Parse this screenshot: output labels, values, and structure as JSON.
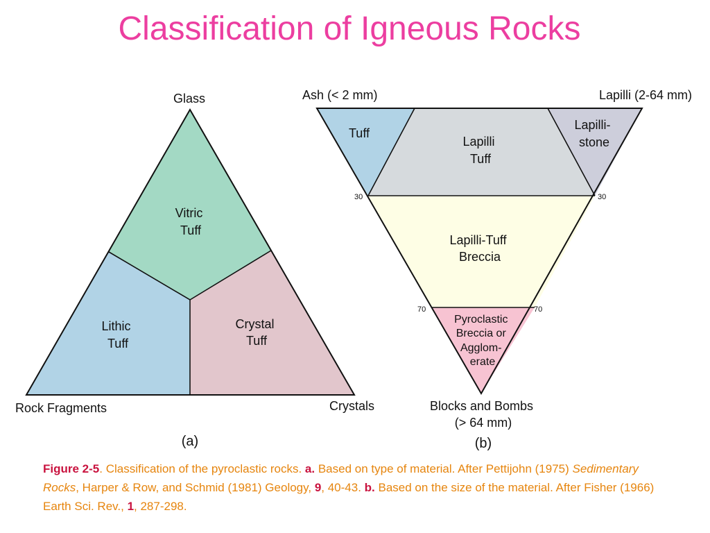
{
  "title": "Classification of Igneous Rocks",
  "diagram_a": {
    "apex_labels": {
      "top": "Glass",
      "left": "Rock Fragments",
      "right": "Crystals"
    },
    "regions": {
      "vitric": [
        "Vitric",
        "Tuff"
      ],
      "lithic": [
        "Lithic",
        "Tuff"
      ],
      "crystal": [
        "Crystal",
        "Tuff"
      ]
    },
    "figure_label": "(a)",
    "colors": {
      "vitric": "#a3d9c4",
      "lithic": "#b1d3e6",
      "crystal": "#e2c6cc"
    }
  },
  "diagram_b": {
    "corner_labels": {
      "left": "Ash (< 2 mm)",
      "right": "Lapilli (2-64 mm)",
      "bottom": [
        "Blocks and Bombs",
        "(> 64 mm)"
      ]
    },
    "regions": {
      "tuff": [
        "Tuff"
      ],
      "lapilli_tuff": [
        "Lapilli",
        "Tuff"
      ],
      "lapillistone": [
        "Lapilli-",
        "stone"
      ],
      "breccia": [
        "Lapilli-Tuff",
        "Breccia"
      ],
      "agglomerate": [
        "Pyroclastic",
        "Breccia or",
        "Agglom-",
        "erate"
      ]
    },
    "ticks": {
      "upper_left": "30",
      "upper_right": "30",
      "lower_left": "70",
      "lower_right": "70"
    },
    "figure_label": "(b)",
    "colors": {
      "tuff": "#b1d3e6",
      "lapilli_tuff": "#d6dadd",
      "lapillistone": "#cdcedb",
      "breccia": "#fefee5",
      "agglomerate": "#f7c3d2"
    }
  },
  "caption": {
    "figure": "Figure 2-5",
    "text1": ". Classification of the pyroclastic rocks. ",
    "a": "a.",
    "text2": " Based on type of material. After Pettijohn (1975) ",
    "book": "Sedimentary Rocks",
    "text3": ", Harper & Row, and Schmid (1981) Geology, ",
    "vol1": "9",
    "text4": ", 40-43. ",
    "b": "b.",
    "text5": " Based on the size of the material. After Fisher (1966) Earth Sci. Rev., ",
    "vol2": "1",
    "text6": ", 287-298."
  }
}
